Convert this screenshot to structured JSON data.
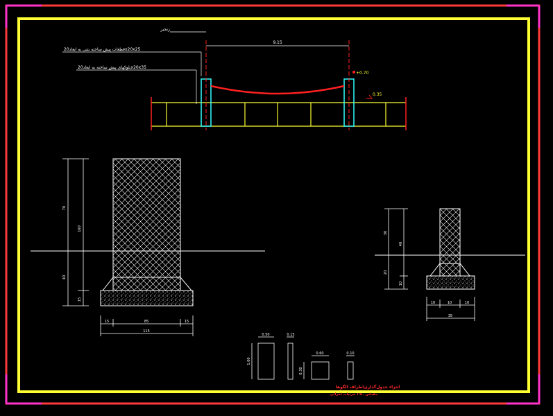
{
  "colors": {
    "background": "#000000",
    "outer_frame": "#ff3a3a",
    "corner_marks": "#ff33cc",
    "inner_frame": "#ffff33",
    "dimension_lines": "#ffffff",
    "columns": "#33ffff",
    "chain": "#ff2020",
    "fence_rails": "#ffff33",
    "ground_line": "#ffffff"
  },
  "elevation": {
    "label_top": "زنجیر",
    "label_chain": "قطعات پیش ساخته بتنی به ابعاد20x20x25",
    "label_blocks": "بلوکهای پیش ساخته به ابعاد20x20x35",
    "span_dim": "9.15",
    "level_top": "+0.70",
    "level_ground": "0.35"
  },
  "large_post": {
    "dim_total": "70",
    "dim_above": "160",
    "dim_below": "40",
    "dim_footing": "15",
    "base_left": "15",
    "base_mid": "85",
    "base_right": "15",
    "base_total": "115"
  },
  "small_post": {
    "dim_above": "30",
    "dim_total": "40",
    "dim_below": "20",
    "dim_footing": "10",
    "base_left": "10",
    "base_mid": "10",
    "base_right": "10",
    "base_total": "35"
  },
  "blocks": {
    "b1_top": "0.50",
    "b1_side": "1.00",
    "b2_top": "0.15",
    "b3_top": "0.60",
    "b3_side": "0.30",
    "b4_top": "0.10"
  },
  "title": {
    "line1": "اجزاء جدول‌گذاری‌اطراف‌ الگو‌ها",
    "line2": "مقیاس ۱:۵۰ جزئیات‌ اجرائی"
  }
}
